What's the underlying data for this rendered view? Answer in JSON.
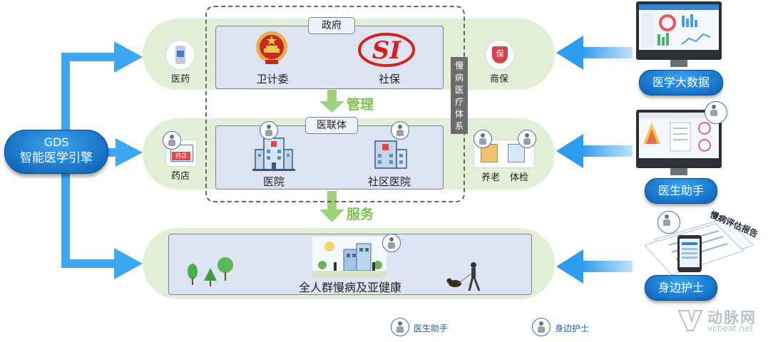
{
  "engine": {
    "line1": "GDS",
    "line2": "智能医学引擎"
  },
  "top_band": {
    "gov_tag": "政府",
    "left_icon_label": "医药",
    "item1": "卫计委",
    "item1_emblem_text": "",
    "item2": "社保",
    "item2_logo": "SI",
    "right_icon_label": "商保",
    "right_icon_text": "保"
  },
  "chronic_system": "慢病医疗体系",
  "arrow1_label": "管理",
  "middle_band": {
    "tag": "医联体",
    "left_icon_label": "药店",
    "left_icon_text": "药店",
    "item1": "医院",
    "item2": "社区医院",
    "right1": "养老",
    "right2": "体检"
  },
  "arrow2_label": "服务",
  "bottom_band": {
    "label": "全人群慢病及亚健康"
  },
  "right_badges": {
    "b1": "医学大数据",
    "b2": "医生助手",
    "b3": "身边护士"
  },
  "report_title": "慢病评估报告",
  "legend": {
    "doctor": "医生助手",
    "nurse": "身边护士"
  },
  "watermark": {
    "cn": "动脉网",
    "en": "vcbeat.net"
  },
  "colors": {
    "band": "#e2eed6",
    "panel": "#dde3f3",
    "arrow_blue": "#3ea7f0",
    "arrow_green": "#9dd17c",
    "badge": "#1777cf"
  }
}
